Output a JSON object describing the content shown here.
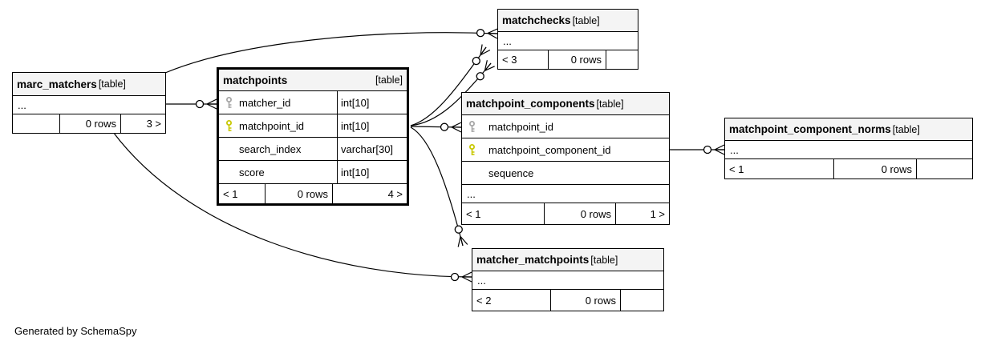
{
  "colors": {
    "primary_key": "#c8c800",
    "foreign_key": "#a6a6a6",
    "header_bg": "#f4f4f4",
    "line": "#000000"
  },
  "note": "Generated by SchemaSpy",
  "tables": {
    "marc_matchers": {
      "name": "marc_matchers",
      "tag": "[table]",
      "ellipsis": "...",
      "footer_left": "",
      "footer_center": "0 rows",
      "footer_right": "3 >"
    },
    "matchpoints": {
      "name": "matchpoints",
      "tag": "[table]",
      "columns": [
        {
          "key_icon": "foreign-key-icon",
          "name": "matcher_id",
          "type": "int[10]"
        },
        {
          "key_icon": "primary-key-icon",
          "name": "matchpoint_id",
          "type": "int[10]"
        },
        {
          "key_icon": "",
          "name": "search_index",
          "type": "varchar[30]"
        },
        {
          "key_icon": "",
          "name": "score",
          "type": "int[10]"
        }
      ],
      "footer_left": "< 1",
      "footer_center": "0 rows",
      "footer_right": "4 >"
    },
    "matchchecks": {
      "name": "matchchecks",
      "tag": "[table]",
      "ellipsis": "...",
      "footer_left": "< 3",
      "footer_center": "0 rows",
      "footer_right": ""
    },
    "matchpoint_components": {
      "name": "matchpoint_components",
      "tag": "[table]",
      "ellipsis": "...",
      "columns": [
        {
          "key_icon": "foreign-key-icon",
          "name": "matchpoint_id"
        },
        {
          "key_icon": "primary-key-icon",
          "name": "matchpoint_component_id"
        },
        {
          "key_icon": "",
          "name": "sequence"
        }
      ],
      "footer_left": "< 1",
      "footer_center": "0 rows",
      "footer_right": "1 >"
    },
    "matchpoint_component_norms": {
      "name": "matchpoint_component_norms",
      "tag": "[table]",
      "ellipsis": "...",
      "footer_left": "< 1",
      "footer_center": "0 rows",
      "footer_right": ""
    },
    "matcher_matchpoints": {
      "name": "matcher_matchpoints",
      "tag": "[table]",
      "ellipsis": "...",
      "footer_left": "< 2",
      "footer_center": "0 rows",
      "footer_right": ""
    }
  },
  "relationships": [
    {
      "from": "marc_matchers",
      "to": "matchpoints.matcher_id",
      "end_marker": "zero-or-many-crowfoot"
    },
    {
      "from": "marc_matchers",
      "to": "matchchecks",
      "end_marker": "zero-or-many-crowfoot"
    },
    {
      "from": "marc_matchers",
      "to": "matcher_matchpoints",
      "end_marker": "zero-or-many-crowfoot"
    },
    {
      "from": "matchpoints.matchpoint_id",
      "to": "matchchecks",
      "end_marker": "zero-or-many-crowfoot"
    },
    {
      "from": "matchpoints.matchpoint_id",
      "to": "matchchecks",
      "end_marker": "zero-or-many-crowfoot"
    },
    {
      "from": "matchpoints.matchpoint_id",
      "to": "matchpoint_components.matchpoint_id",
      "end_marker": "zero-or-many-crowfoot"
    },
    {
      "from": "matchpoints.matchpoint_id",
      "to": "matcher_matchpoints",
      "end_marker": "zero-or-many-crowfoot"
    },
    {
      "from": "matchpoint_components.matchpoint_component_id",
      "to": "matchpoint_component_norms",
      "end_marker": "zero-or-many-crowfoot"
    }
  ]
}
